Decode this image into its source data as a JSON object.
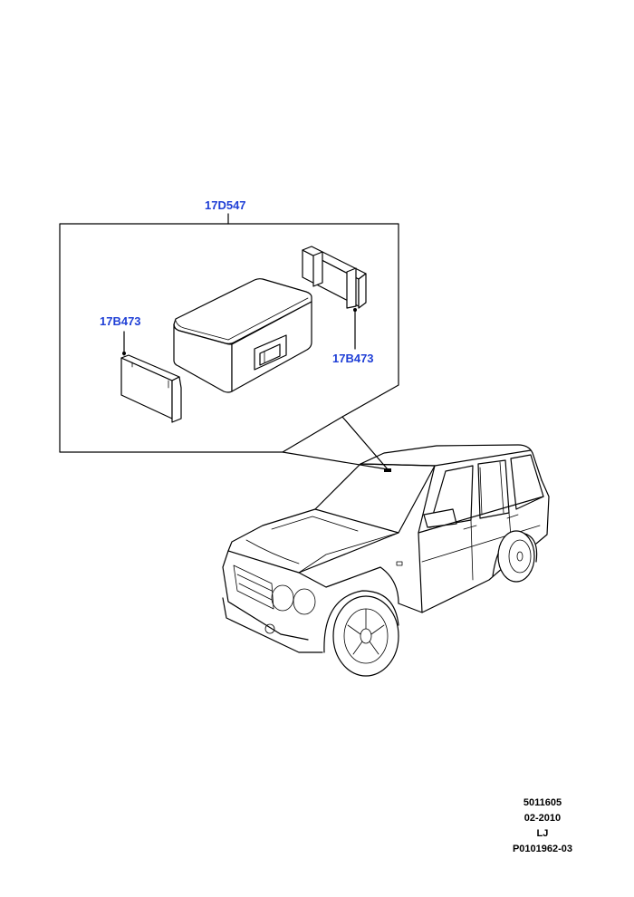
{
  "callouts": {
    "main_part": "17D547",
    "bracket_left": "17B473",
    "bracket_right": "17B473"
  },
  "footer": {
    "line1": "5011605",
    "line2": "02-2010",
    "line3": "LJ",
    "line4": "P0101962-03"
  },
  "colors": {
    "callout_text": "#1f3fd6",
    "line_art": "#000000"
  }
}
